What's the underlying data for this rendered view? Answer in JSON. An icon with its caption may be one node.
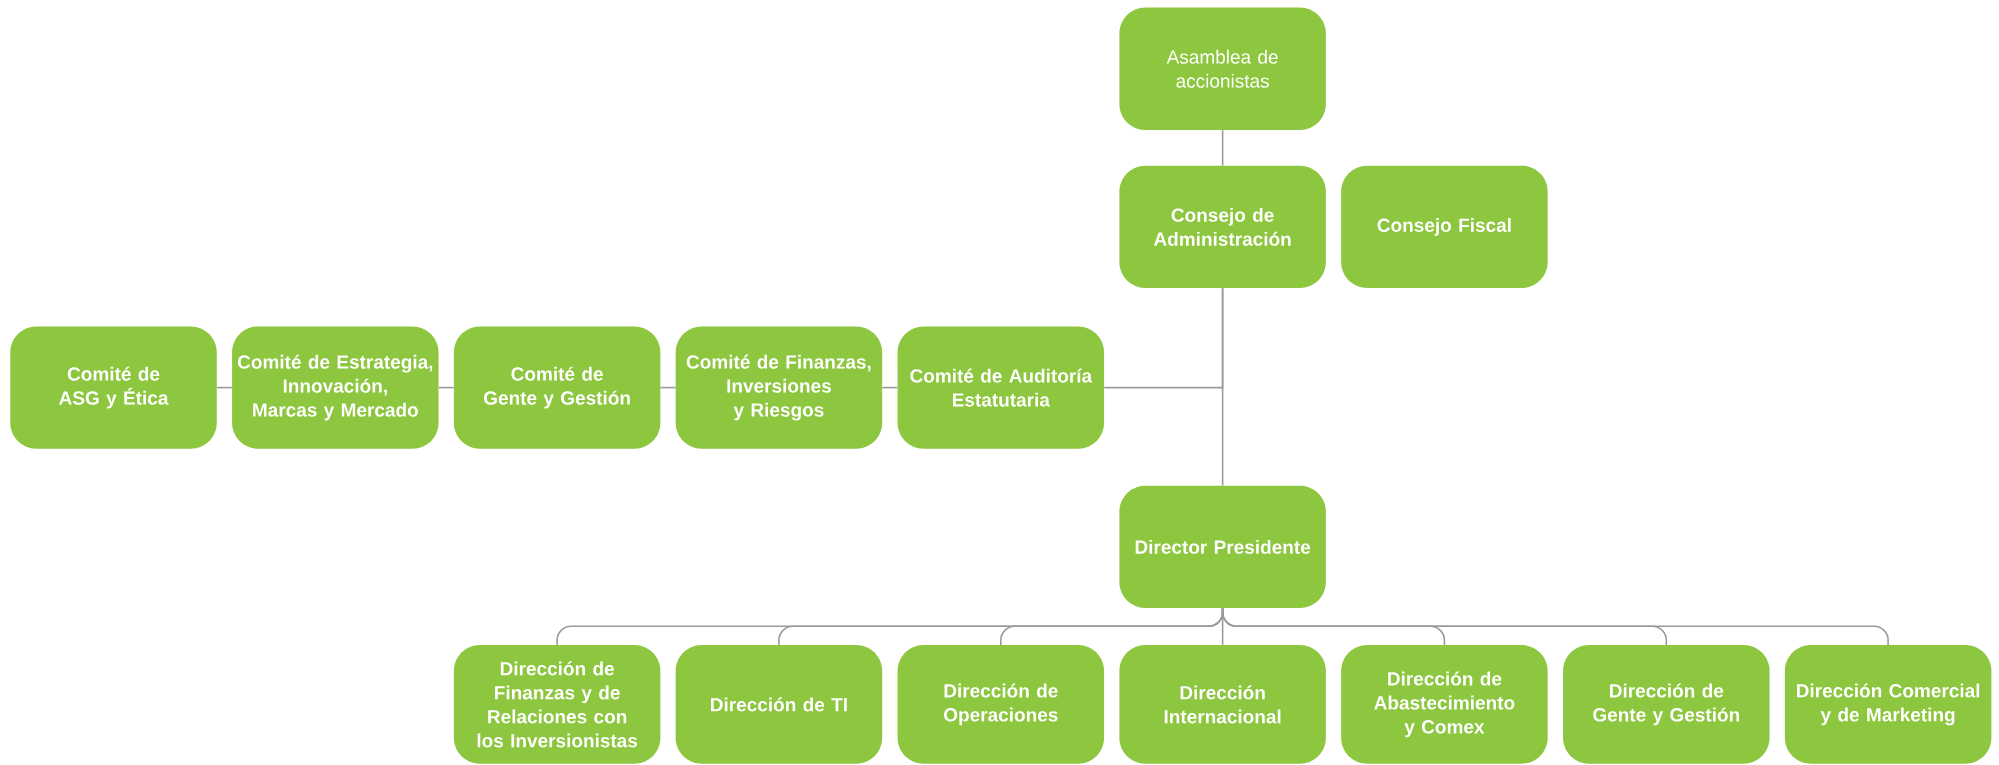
{
  "diagram": {
    "nodes": [
      {
        "text": [
          "Asamblea de accionistas"
        ]
      },
      {
        "text": [
          "Consejo de Administración"
        ]
      },
      {
        "text": [
          "Consejo Fiscal"
        ]
      },
      {
        "text": [
          "Comité de ASG y Ética"
        ]
      },
      {
        "text": [
          "Comité de Estrategia, Innovación, Marcas y Mercado"
        ]
      },
      {
        "text": [
          "Comité de Gente y Gestión"
        ]
      },
      {
        "text": [
          "Comité de Finanzas, Inversiones y Riesgos"
        ]
      },
      {
        "text": [
          "Comité de Auditoría Estatutaria"
        ]
      },
      {
        "text": [
          "Director Presidente"
        ]
      },
      {
        "text": [
          "Dirección de Finanzas y de Relaciones con los Inversionistas"
        ]
      },
      {
        "text": [
          "Dirección de TI"
        ]
      },
      {
        "text": [
          "Dirección de Operaciones"
        ]
      },
      {
        "text": [
          "Dirección Internacional"
        ]
      },
      {
        "text": [
          "Dirección de Abastecimiento y Comex"
        ]
      },
      {
        "text": [
          "Dirección de Gente y Gestión"
        ]
      },
      {
        "text": [
          "Dirección Comercial y de Marketing"
        ]
      }
    ],
    "edges": [
      {
        "from": 0,
        "to": 1,
        "arrow": "none"
      },
      {
        "from": 1,
        "to": 8,
        "arrow": "none"
      },
      {
        "from": 1,
        "to": 7,
        "arrow": "none"
      },
      {
        "from": 7,
        "to": 6,
        "arrow": "none"
      },
      {
        "from": 6,
        "to": 5,
        "arrow": "none"
      },
      {
        "from": 5,
        "to": 4,
        "arrow": "none"
      },
      {
        "from": 4,
        "to": 3,
        "arrow": "none"
      },
      {
        "from": 8,
        "to": 9,
        "arrow": "none"
      },
      {
        "from": 8,
        "to": 10,
        "arrow": "none"
      },
      {
        "from": 8,
        "to": 11,
        "arrow": "none"
      },
      {
        "from": 8,
        "to": 12,
        "arrow": "none"
      },
      {
        "from": 8,
        "to": 13,
        "arrow": "none"
      },
      {
        "from": 8,
        "to": 14,
        "arrow": "none"
      },
      {
        "from": 8,
        "to": 15,
        "arrow": "none"
      }
    ]
  }
}
